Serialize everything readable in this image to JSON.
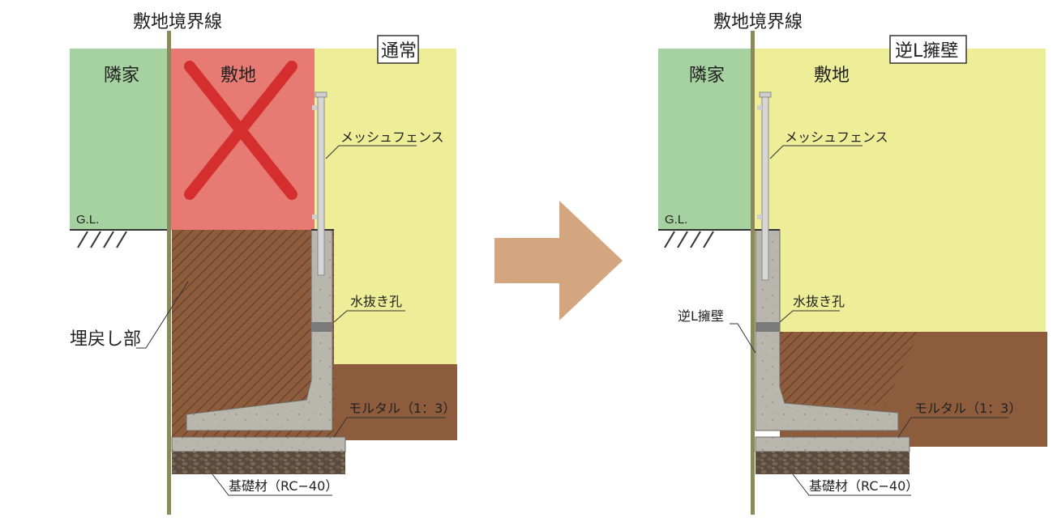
{
  "colors": {
    "neighbor": "#a6d1a1",
    "site_yellow": "#eeee98",
    "site_red": "#e77a72",
    "soil_brown": "#8d5c3c",
    "concrete": "#b9b6ae",
    "gravel": "#5a4a3d",
    "cross_red": "#d42e2e",
    "arrow": "#d4a67f"
  },
  "left": {
    "boundary_label": "敷地境界線",
    "neighbor_label": "隣家",
    "site_label": "敷地",
    "mode_label": "通常",
    "fence_label": "メッシュフェンス",
    "gl_label": "G.L.",
    "drain_label": "水抜き孔",
    "backfill_label": "埋戻し部",
    "mortar_label": "モルタル（1：3）",
    "base_label": "基礎材（RC−40）",
    "excluded_mark": "cross-icon"
  },
  "right": {
    "boundary_label": "敷地境界線",
    "neighbor_label": "隣家",
    "site_label": "敷地",
    "mode_label": "逆L擁壁",
    "fence_label": "メッシュフェンス",
    "gl_label": "G.L.",
    "drain_label": "水抜き孔",
    "wall_label": "逆L擁壁",
    "mortar_label": "モルタル（1：3）",
    "base_label": "基礎材（RC−40）"
  },
  "transition_icon": "arrow-right-icon"
}
